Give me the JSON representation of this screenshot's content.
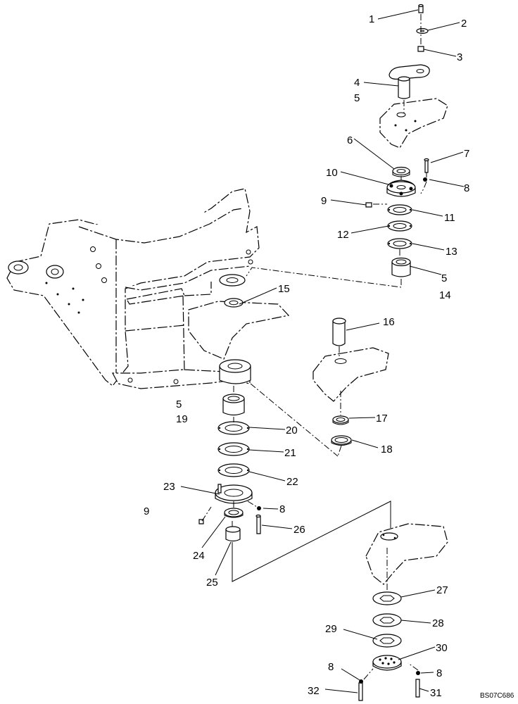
{
  "diagram": {
    "drawing_code": "BS07C686",
    "callouts": [
      {
        "id": "c1",
        "text": "1"
      },
      {
        "id": "c2",
        "text": "2"
      },
      {
        "id": "c3",
        "text": "3"
      },
      {
        "id": "c4",
        "text": "4"
      },
      {
        "id": "c5a",
        "text": "5"
      },
      {
        "id": "c6",
        "text": "6"
      },
      {
        "id": "c7",
        "text": "7"
      },
      {
        "id": "c8a",
        "text": "8"
      },
      {
        "id": "c9a",
        "text": "9"
      },
      {
        "id": "c10",
        "text": "10"
      },
      {
        "id": "c11",
        "text": "11"
      },
      {
        "id": "c12",
        "text": "12"
      },
      {
        "id": "c13",
        "text": "13"
      },
      {
        "id": "c5b",
        "text": "5"
      },
      {
        "id": "c14",
        "text": "14"
      },
      {
        "id": "c15",
        "text": "15"
      },
      {
        "id": "c16",
        "text": "16"
      },
      {
        "id": "c5c",
        "text": "5"
      },
      {
        "id": "c19",
        "text": "19"
      },
      {
        "id": "c17",
        "text": "17"
      },
      {
        "id": "c18",
        "text": "18"
      },
      {
        "id": "c20",
        "text": "20"
      },
      {
        "id": "c21",
        "text": "21"
      },
      {
        "id": "c22",
        "text": "22"
      },
      {
        "id": "c23",
        "text": "23"
      },
      {
        "id": "c9b",
        "text": "9"
      },
      {
        "id": "c8b",
        "text": "8"
      },
      {
        "id": "c26",
        "text": "26"
      },
      {
        "id": "c24",
        "text": "24"
      },
      {
        "id": "c25",
        "text": "25"
      },
      {
        "id": "c27",
        "text": "27"
      },
      {
        "id": "c28",
        "text": "28"
      },
      {
        "id": "c29",
        "text": "29"
      },
      {
        "id": "c30",
        "text": "30"
      },
      {
        "id": "c8c",
        "text": "8"
      },
      {
        "id": "c8d",
        "text": "8"
      },
      {
        "id": "c32",
        "text": "32"
      },
      {
        "id": "c31",
        "text": "31"
      }
    ]
  }
}
